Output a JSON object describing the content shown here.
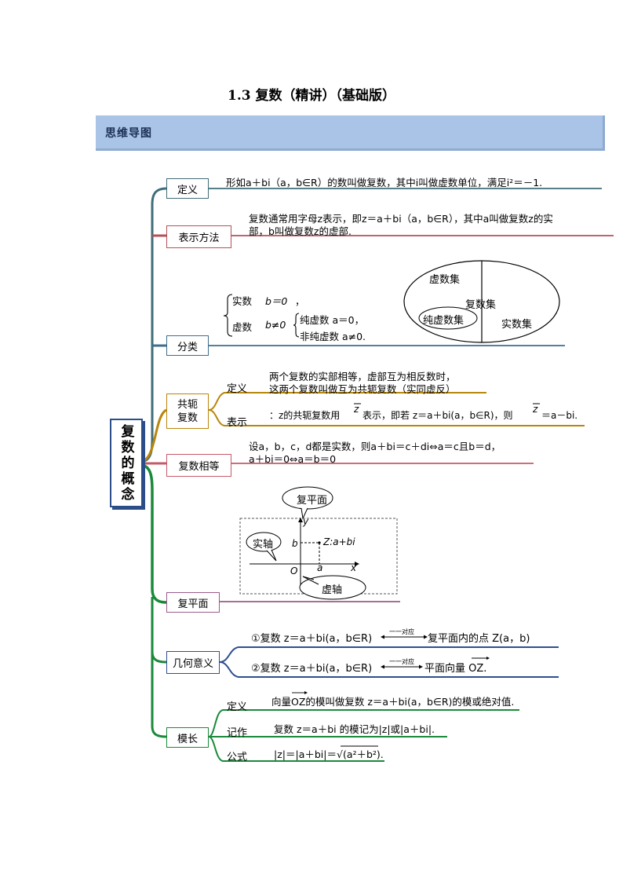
{
  "title": "1.3  复数（精讲）（基础版）",
  "banner": "思维导图",
  "root": "复数的概念",
  "colors": {
    "banner": "#a9c4e6",
    "root_border": "#2b4d8a",
    "teal": "#3f6e78",
    "red": "#b5505a",
    "blue": "#3f6e8c",
    "gold": "#b8860b",
    "pink": "#c45a6a",
    "purple": "#9b5a8a",
    "navy": "#2f4f8f",
    "green": "#1a8a3a"
  },
  "nodes": {
    "definition": {
      "label": "定义",
      "text": "形如a＋bi（a，b∈R）的数叫做复数，其中i叫做虚数单位，满足i²＝－1."
    },
    "representation": {
      "label": "表示方法",
      "line1": "复数通常用字母z表示，即z＝a＋bi（a，b∈R），其中a叫做复数z的实",
      "line2": "部，b叫做复数z的虚部."
    },
    "classification": {
      "label": "分类",
      "real": "实数",
      "real_cond": "b＝0",
      "real_tail": "，",
      "imag": "虚数",
      "imag_cond": "b≠0",
      "pure": "纯虚数 a＝0，",
      "nonpure": "非纯虚数 a≠0.",
      "venn_outer": "复数集",
      "venn_imag": "虚数集",
      "venn_pure": "纯虚数集",
      "venn_real": "实数集"
    },
    "conjugate": {
      "label1": "共轭",
      "label2": "复数",
      "def_label": "定义",
      "def_line1": "两个复数的实部相等，虚部互为相反数时，",
      "def_line2": "这两个复数叫做互为共轭复数（实同虚反）",
      "rep_label": "表示",
      "rep_text1": "：z的共轭复数用",
      "rep_z": "z",
      "rep_text2": "表示，即若 z＝a＋bi(a，b∈R)，则",
      "rep_z2": "z",
      "rep_text3": "＝a－bi."
    },
    "equality": {
      "label": "复数相等",
      "line1": "设a，b，c，d都是实数，则a＋bi＝c＋di⇔a＝c且b＝d，",
      "line2": "a＋bi＝0⇔a＝b＝0"
    },
    "plane": {
      "label": "复平面",
      "callout_plane": "复平面",
      "callout_real": "实轴",
      "callout_imag": "虚轴",
      "axis_x": "x",
      "axis_y": "y",
      "origin": "O",
      "tick_a": "a",
      "tick_b": "b",
      "point": "Z:a+bi"
    },
    "geometry": {
      "label": "几何意义",
      "line1_a": "①复数 z＝a＋bi(a，b∈R)",
      "line1_arrow": "一一对应",
      "line1_b": "复平面内的点 Z(a，b)",
      "line2_a": "②复数 z＝a＋bi(a，b∈R)",
      "line2_arrow": "一一对应",
      "line2_b": "平面向量 OZ."
    },
    "modulus": {
      "label": "模长",
      "def_label": "定义",
      "def_text": "向量OZ的模叫做复数 z＝a＋bi(a，b∈R)的模或绝对值.",
      "notation_label": "记作",
      "notation_text": "复数 z＝a＋bi 的模记为|z|或|a＋bi|.",
      "formula_label": "公式",
      "formula_text": "|z|＝|a＋bi|＝√(a²＋b²)."
    }
  }
}
